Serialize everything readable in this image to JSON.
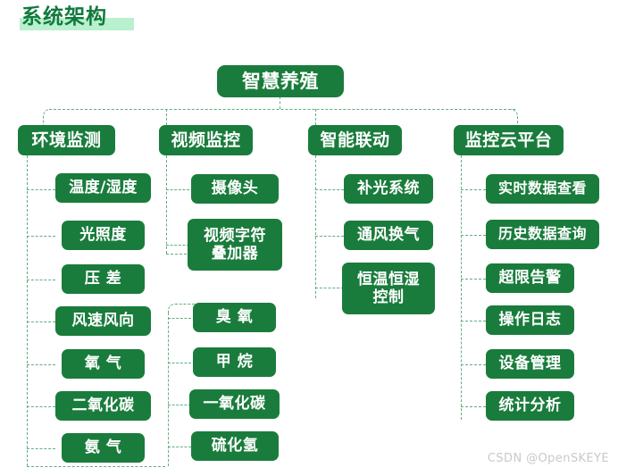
{
  "page": {
    "title": "系统架构",
    "watermark": "CSDN @OpenSKEYE",
    "colors": {
      "node_fill": "#1a7c3c",
      "node_text": "#ffffff",
      "title_text": "#117a3d",
      "title_highlight": "#b9f0cd",
      "connector": "#5fae7f",
      "background": "#ffffff",
      "watermark_text": "#c9c9c9"
    }
  },
  "diagram": {
    "type": "tree",
    "orientation": "top-down",
    "connector_style": "dashed",
    "root": {
      "label": "智慧养殖"
    },
    "branches": [
      {
        "label": "环境监测",
        "children": [
          {
            "label": "温度/湿度"
          },
          {
            "label": "光照度"
          },
          {
            "label": "压 差"
          },
          {
            "label": "风速风向"
          },
          {
            "label": "氧 气"
          },
          {
            "label": "二氧化碳"
          },
          {
            "label": "氨 气"
          }
        ]
      },
      {
        "label": "视频监控",
        "children": [
          {
            "label": "摄像头"
          },
          {
            "label": "视频字符\n叠加器"
          }
        ],
        "extra_children": [
          {
            "label": "臭 氧"
          },
          {
            "label": "甲 烷"
          },
          {
            "label": "一氧化碳"
          },
          {
            "label": "硫化氢"
          }
        ]
      },
      {
        "label": "智能联动",
        "children": [
          {
            "label": "补光系统"
          },
          {
            "label": "通风换气"
          },
          {
            "label": "恒温恒湿\n控制"
          }
        ]
      },
      {
        "label": "监控云平台",
        "children": [
          {
            "label": "实时数据查看"
          },
          {
            "label": "历史数据查询"
          },
          {
            "label": "超限告警"
          },
          {
            "label": "操作日志"
          },
          {
            "label": "设备管理"
          },
          {
            "label": "统计分析"
          }
        ]
      }
    ]
  }
}
